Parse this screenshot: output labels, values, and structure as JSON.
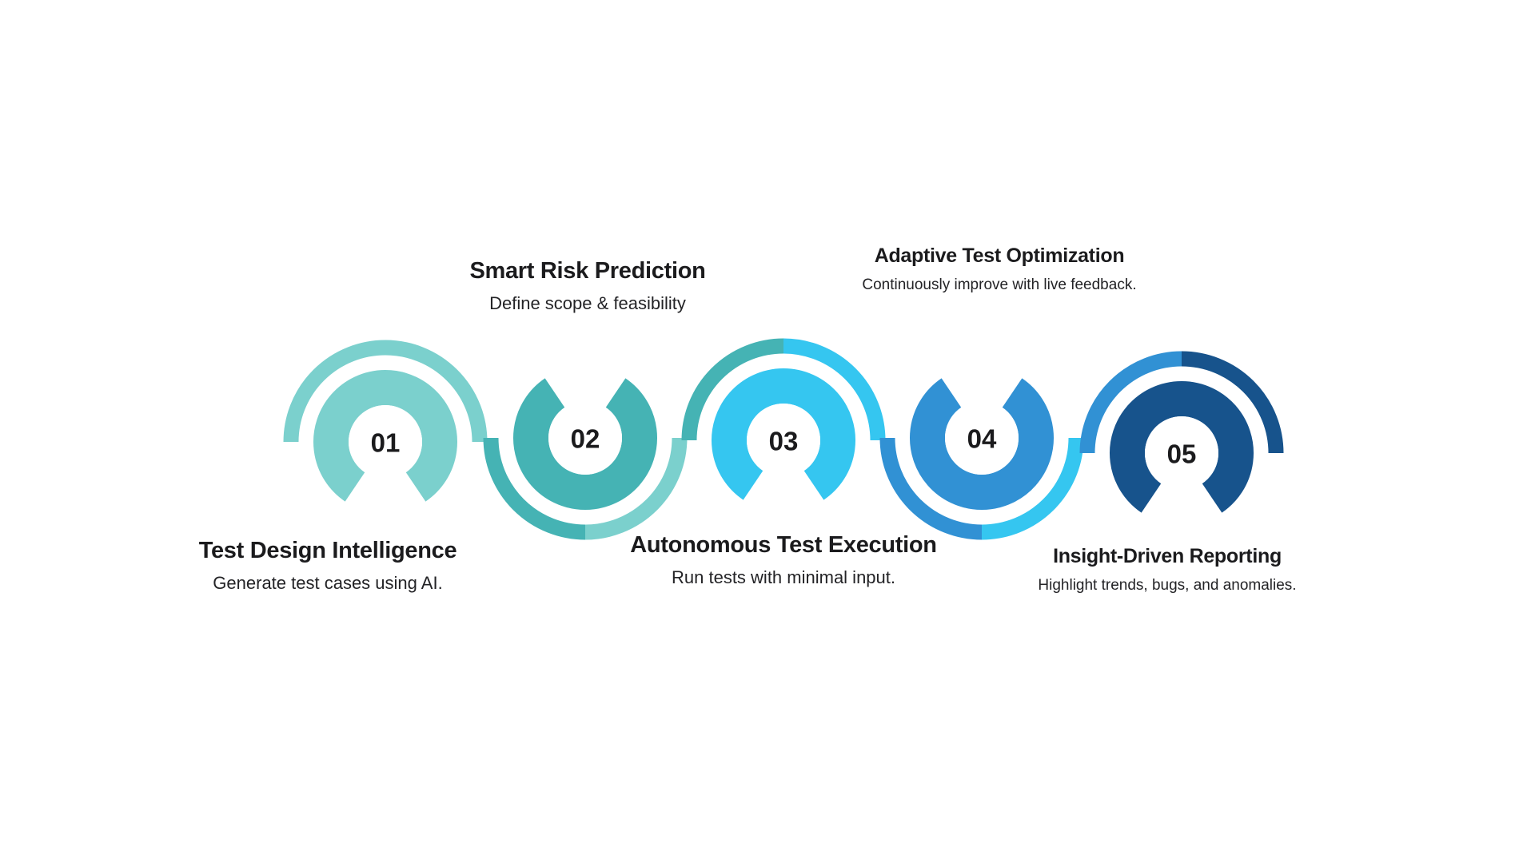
{
  "diagram": {
    "type": "process-wave-infographic",
    "background_color": "#ffffff",
    "title_color": "#1b1b1d",
    "steps": [
      {
        "number": "01",
        "title": "Test Design Intelligence",
        "description": "Generate test cases using AI.",
        "color": "#7bd0cd",
        "label_position": "below"
      },
      {
        "number": "02",
        "title": "Smart Risk Prediction",
        "description": "Define scope & feasibility",
        "color": "#45b3b4",
        "label_position": "above"
      },
      {
        "number": "03",
        "title": "Autonomous Test Execution",
        "description": "Run tests with minimal input.",
        "color": "#35c6f0",
        "label_position": "below"
      },
      {
        "number": "04",
        "title": "Adaptive Test Optimization",
        "description": "Continuously improve with live feedback.",
        "color": "#3191d4",
        "label_position": "above"
      },
      {
        "number": "05",
        "title": "Insight-Driven Reporting",
        "description": "Highlight trends, bugs, and anomalies.",
        "color": "#17538c",
        "label_position": "below"
      }
    ]
  }
}
